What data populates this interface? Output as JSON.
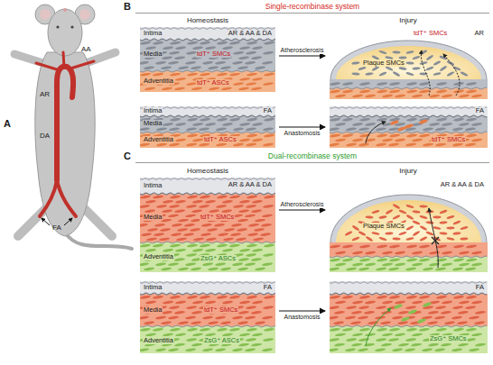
{
  "diagram": {
    "nodes": [
      {
        "text": [
          "AR & AA & DA",
          "Intima",
          "Media",
          "Adventitia",
          "tdT⁺ SMCs",
          "tdT⁺ ASCs"
        ]
      },
      {
        "text": [
          "AR",
          "tdT⁺ SMCs",
          "Plaque SMCs"
        ]
      },
      {
        "text": [
          "FA",
          "Intima",
          "Media",
          "Adventitia",
          "tdT⁺ ASCs"
        ]
      },
      {
        "text": [
          "FA",
          "tdT⁺ SMCs"
        ]
      },
      {
        "text": [
          "AR & AA & DA",
          "Intima",
          "Media",
          "Adventitia",
          "tdT⁺ SMCs",
          "ZsG⁺ ASCs"
        ]
      },
      {
        "text": [
          "AR & AA & DA",
          "Plaque SMCs"
        ]
      },
      {
        "text": [
          "FA",
          "Intima",
          "Media",
          "Adventitia",
          "tdT⁺ SMCs",
          "ZsG⁺ ASCs"
        ]
      },
      {
        "text": [
          "FA",
          "ZsG⁺ SMCs"
        ]
      }
    ],
    "edges": [
      {
        "from": 0,
        "to": 1,
        "arrow": "to",
        "label": "Atherosclerosis"
      },
      {
        "from": 2,
        "to": 3,
        "arrow": "to",
        "label": "Anastomosis"
      },
      {
        "from": 4,
        "to": 5,
        "arrow": "to",
        "label": "Atherosclerosis"
      },
      {
        "from": 6,
        "to": 7,
        "arrow": "to",
        "label": "Anastomosis"
      }
    ],
    "labels": [
      "A",
      "B",
      "C",
      "AA",
      "AR",
      "DA",
      "FA",
      "Single-recombinase system",
      "Homeostasis",
      "Injury",
      "Dual-recombinase system",
      "Homeostasis",
      "Injury"
    ]
  }
}
